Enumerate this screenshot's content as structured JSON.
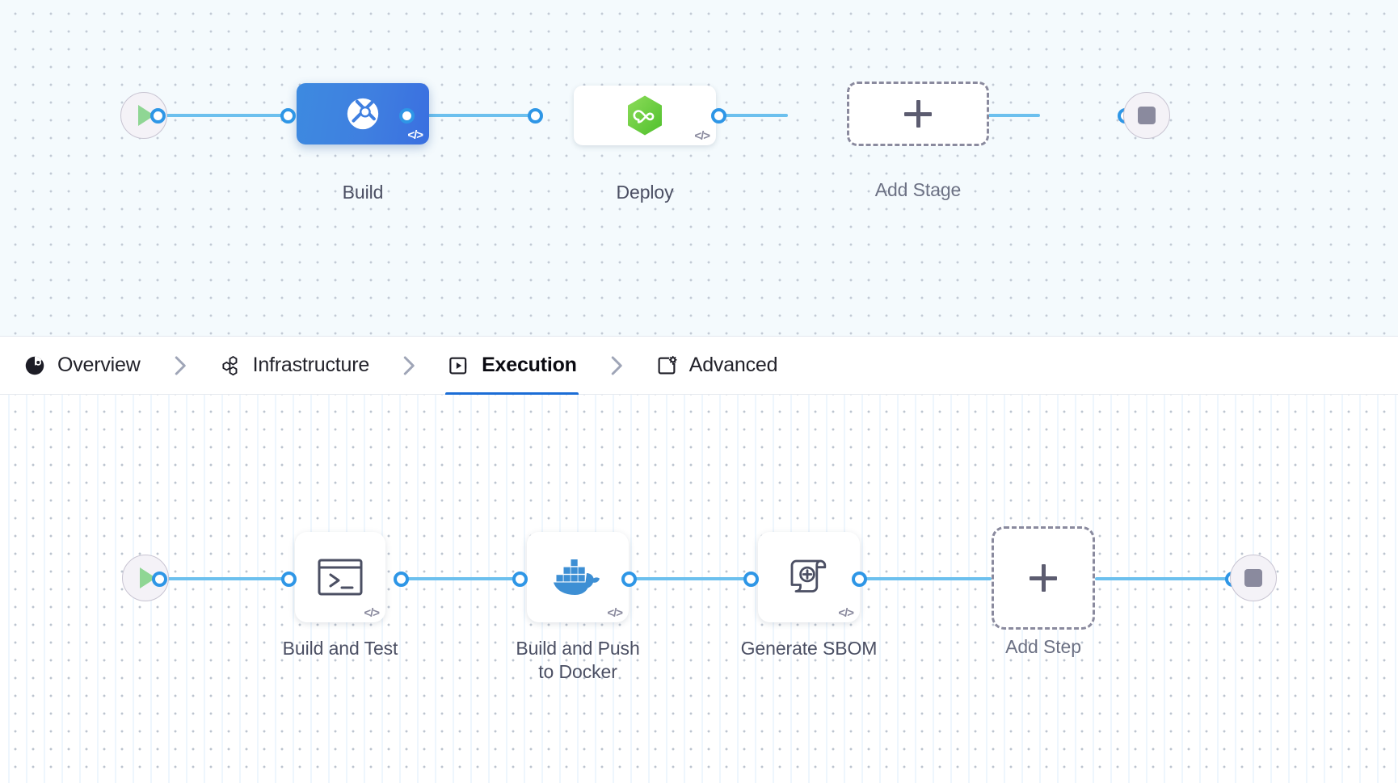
{
  "stage_graph": {
    "start_node": {
      "icon": "play-icon",
      "name": "pipeline-start"
    },
    "end_node": {
      "icon": "stop-icon",
      "name": "pipeline-end"
    },
    "stages": [
      {
        "label": "Build",
        "icon": "harness-ci-icon",
        "selected": true,
        "code_badge": "</>"
      },
      {
        "label": "Deploy",
        "icon": "harness-cd-hexagon-infinity-icon",
        "selected": false,
        "code_badge": "</>"
      }
    ],
    "add_stage": {
      "label": "Add Stage",
      "icon": "plus-icon"
    }
  },
  "tabs": [
    {
      "label": "Overview",
      "icon": "overview-icon",
      "active": false
    },
    {
      "label": "Infrastructure",
      "icon": "infrastructure-icon",
      "active": false
    },
    {
      "label": "Execution",
      "icon": "execution-icon",
      "active": true
    },
    {
      "label": "Advanced",
      "icon": "advanced-icon",
      "active": false
    }
  ],
  "tab_separator_icon": "chevron-right-icon",
  "step_graph": {
    "start_node": {
      "icon": "play-icon",
      "name": "execution-start"
    },
    "end_node": {
      "icon": "stop-icon",
      "name": "execution-end"
    },
    "steps": [
      {
        "label": "Build and Test",
        "icon": "terminal-icon",
        "code_badge": "</>"
      },
      {
        "label": "Build and Push\nto Docker",
        "icon": "docker-icon",
        "code_badge": "</>"
      },
      {
        "label": "Generate SBOM",
        "icon": "sbom-scroll-icon",
        "code_badge": "</>"
      }
    ],
    "add_step": {
      "label": "Add Step",
      "icon": "plus-icon"
    }
  },
  "colors": {
    "edge": "#6cc0ee",
    "port_ring": "#2e96e6",
    "selected_stage": "#3f7fe0",
    "active_tab_underline": "#1b6dd6",
    "play_green": "#8fd694",
    "stop_gray": "#8a8a9e",
    "docker_blue": "#3d8fd4",
    "deploy_green": "#6cc644",
    "stage_canvas_bg": "#f4fafd",
    "step_canvas_bg": "#ffffff"
  }
}
